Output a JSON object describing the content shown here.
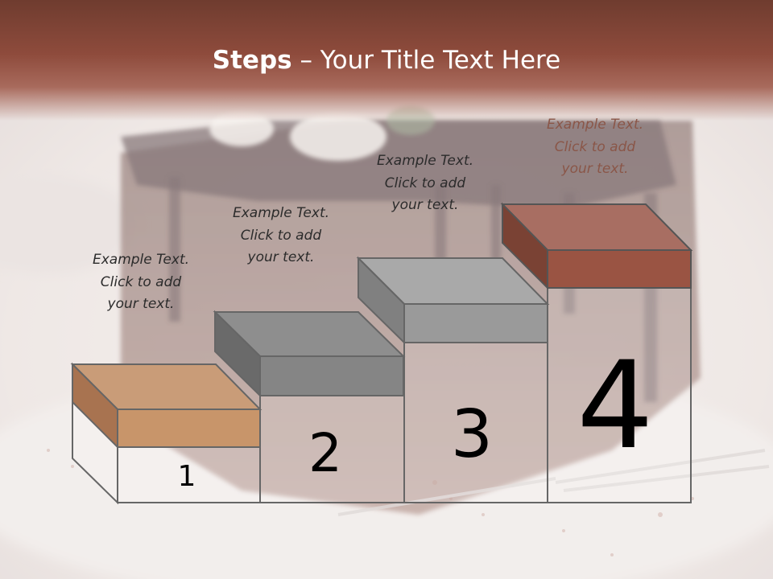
{
  "slide": {
    "title_bold": "Steps",
    "title_rest": " – Your Title Text Here"
  },
  "steps": [
    {
      "number": "1",
      "note": [
        "Example Text.",
        "Click  to add",
        "your text."
      ],
      "color": "#c8956a"
    },
    {
      "number": "2",
      "note": [
        "Example Text.",
        "Click  to add",
        "your text."
      ],
      "color": "#858585"
    },
    {
      "number": "3",
      "note": [
        "Example Text.",
        "Click  to add",
        "your text."
      ],
      "color": "#9a9a9a"
    },
    {
      "number": "4",
      "note": [
        "Example Text.",
        "Click  to add",
        "your text."
      ],
      "color": "#9a5443"
    }
  ],
  "colors": {
    "header": "#8e4b3c",
    "title_text": "#ffffff",
    "step4_text": "#8a5648"
  }
}
